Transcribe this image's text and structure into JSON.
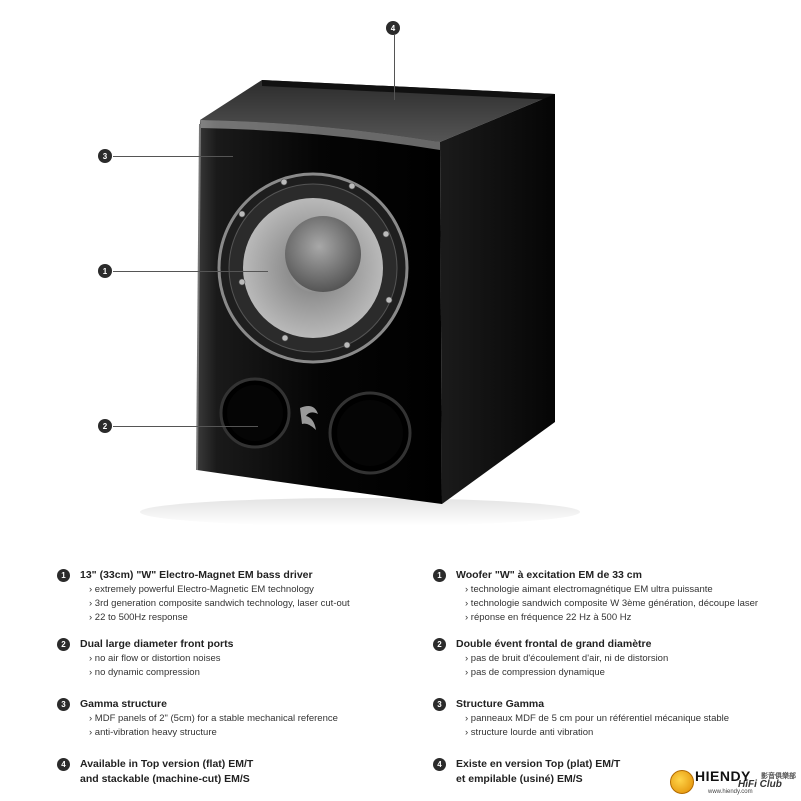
{
  "callouts": {
    "top": "4",
    "structure": "3",
    "driver": "1",
    "ports": "2"
  },
  "features_en": [
    {
      "num": "1",
      "title": "13\" (33cm) \"W\" Electro-Magnet EM bass driver",
      "lines": [
        "› extremely powerful Electro-Magnetic EM technology",
        "› 3rd generation composite sandwich technology, laser cut-out",
        "› 22 to 500Hz response"
      ]
    },
    {
      "num": "2",
      "title": "Dual large diameter front ports",
      "lines": [
        "› no air flow or distortion noises",
        "› no dynamic compression"
      ]
    },
    {
      "num": "3",
      "title": "Gamma structure",
      "lines": [
        "› MDF panels of 2\" (5cm) for a stable mechanical reference",
        "› anti-vibration heavy structure"
      ]
    },
    {
      "num": "4",
      "title": "Available in Top version (flat) EM/T",
      "title2": "and stackable (machine-cut) EM/S",
      "lines": []
    }
  ],
  "features_fr": [
    {
      "num": "1",
      "title": "Woofer \"W\" à excitation EM de 33 cm",
      "lines": [
        "› technologie aimant electromagnétique EM ultra puissante",
        "› technologie sandwich composite W 3ème génération, découpe laser",
        "› réponse en fréquence 22 Hz à 500 Hz"
      ]
    },
    {
      "num": "2",
      "title": "Double évent frontal de grand diamètre",
      "lines": [
        "› pas de bruit d'écoulement d'air, ni de distorsion",
        "› pas de compression dynamique"
      ]
    },
    {
      "num": "3",
      "title": "Structure Gamma",
      "lines": [
        "› panneaux MDF de 5 cm pour un référentiel mécanique stable",
        "› structure lourde anti vibration"
      ]
    },
    {
      "num": "4",
      "title": "Existe en version Top (plat) EM/T",
      "title2": "et empilable (usiné) EM/S",
      "lines": []
    }
  ],
  "logo": {
    "name": "HIENDY",
    "cjk": "影音俱樂部",
    "club": "HiFi Club",
    "url": "www.hiendy.com"
  },
  "colors": {
    "cabinet": "#0b0b0b",
    "badge": "#2b2b2b",
    "cone": "#9a9a9a"
  }
}
